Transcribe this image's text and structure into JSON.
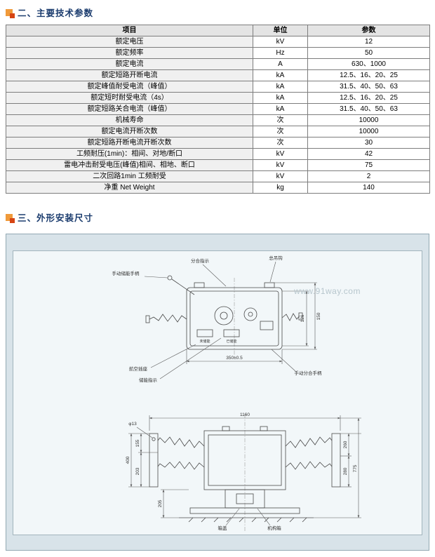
{
  "page": {
    "watermark": "www.91way.com"
  },
  "sections": {
    "tech_params": {
      "title": "二、主要技术参数"
    },
    "dimensions": {
      "title": "三、外形安装尺寸"
    }
  },
  "table": {
    "headers": [
      "项目",
      "单位",
      "参数"
    ],
    "rows": [
      [
        "额定电压",
        "kV",
        "12"
      ],
      [
        "额定频率",
        "Hz",
        "50"
      ],
      [
        "额定电流",
        "A",
        "630、1000"
      ],
      [
        "额定短路开断电流",
        "kA",
        "12.5、16、20、25"
      ],
      [
        "额定峰值耐受电流（峰值）",
        "kA",
        "31.5、40、50、63"
      ],
      [
        "额定短时耐受电流（4s）",
        "kA",
        "12.5、16、20、25"
      ],
      [
        "额定短路关合电流（峰值）",
        "kA",
        "31.5、40、50、63"
      ],
      [
        "机械寿命",
        "次",
        "10000"
      ],
      [
        "额定电流开断次数",
        "次",
        "10000"
      ],
      [
        "额定短路开断电流开断次数",
        "次",
        "30"
      ],
      [
        "工频耐压(1min)：相间、对地/断口",
        "kV",
        "42"
      ],
      [
        "雷电冲击耐受电压(峰值)相间、相地、断口",
        "kV",
        "75"
      ],
      [
        "二次回路1min 工频耐受",
        "kV",
        "2"
      ],
      [
        "净重 Net Weight",
        "kg",
        "140"
      ]
    ]
  },
  "diagram": {
    "top_view": {
      "labels": {
        "open_close_indicator": "分合指示",
        "lifting_hook": "总吊钩",
        "manual_charge_handle": "手动储能手柄",
        "not_charged": "未储能",
        "charged": "已储能",
        "aviation_socket": "航空插座",
        "charge_indicator": "储能指示",
        "manual_switch_handle": "手动分合手柄",
        "dim_width": "350±0.5",
        "dim_height": "150",
        "dim_inner": "126"
      }
    },
    "front_view": {
      "labels": {
        "dim_total_width": "1160",
        "hole": "φ13",
        "dim_155": "155",
        "dim_400": "400",
        "dim_203": "203",
        "dim_205": "205",
        "dim_260": "260",
        "dim_280": "280",
        "dim_775": "775",
        "box_cover": "箱盖",
        "mechanism_box": "机构箱"
      }
    }
  }
}
